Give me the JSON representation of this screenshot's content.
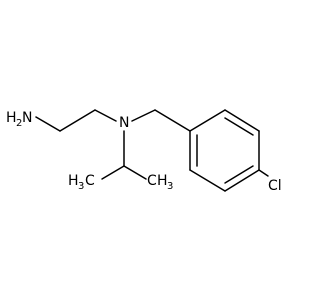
{
  "molecule": {
    "atoms": {
      "amine": {
        "element": "H",
        "count": "2",
        "heteroatom": "N"
      },
      "tertiary_n": {
        "element": "N"
      },
      "methyl_left": {
        "element": "H",
        "count": "3",
        "carbon": "C"
      },
      "methyl_right": {
        "element": "C",
        "hydrogen": "H",
        "count": "3"
      },
      "chloro": {
        "element": "Cl"
      }
    }
  }
}
